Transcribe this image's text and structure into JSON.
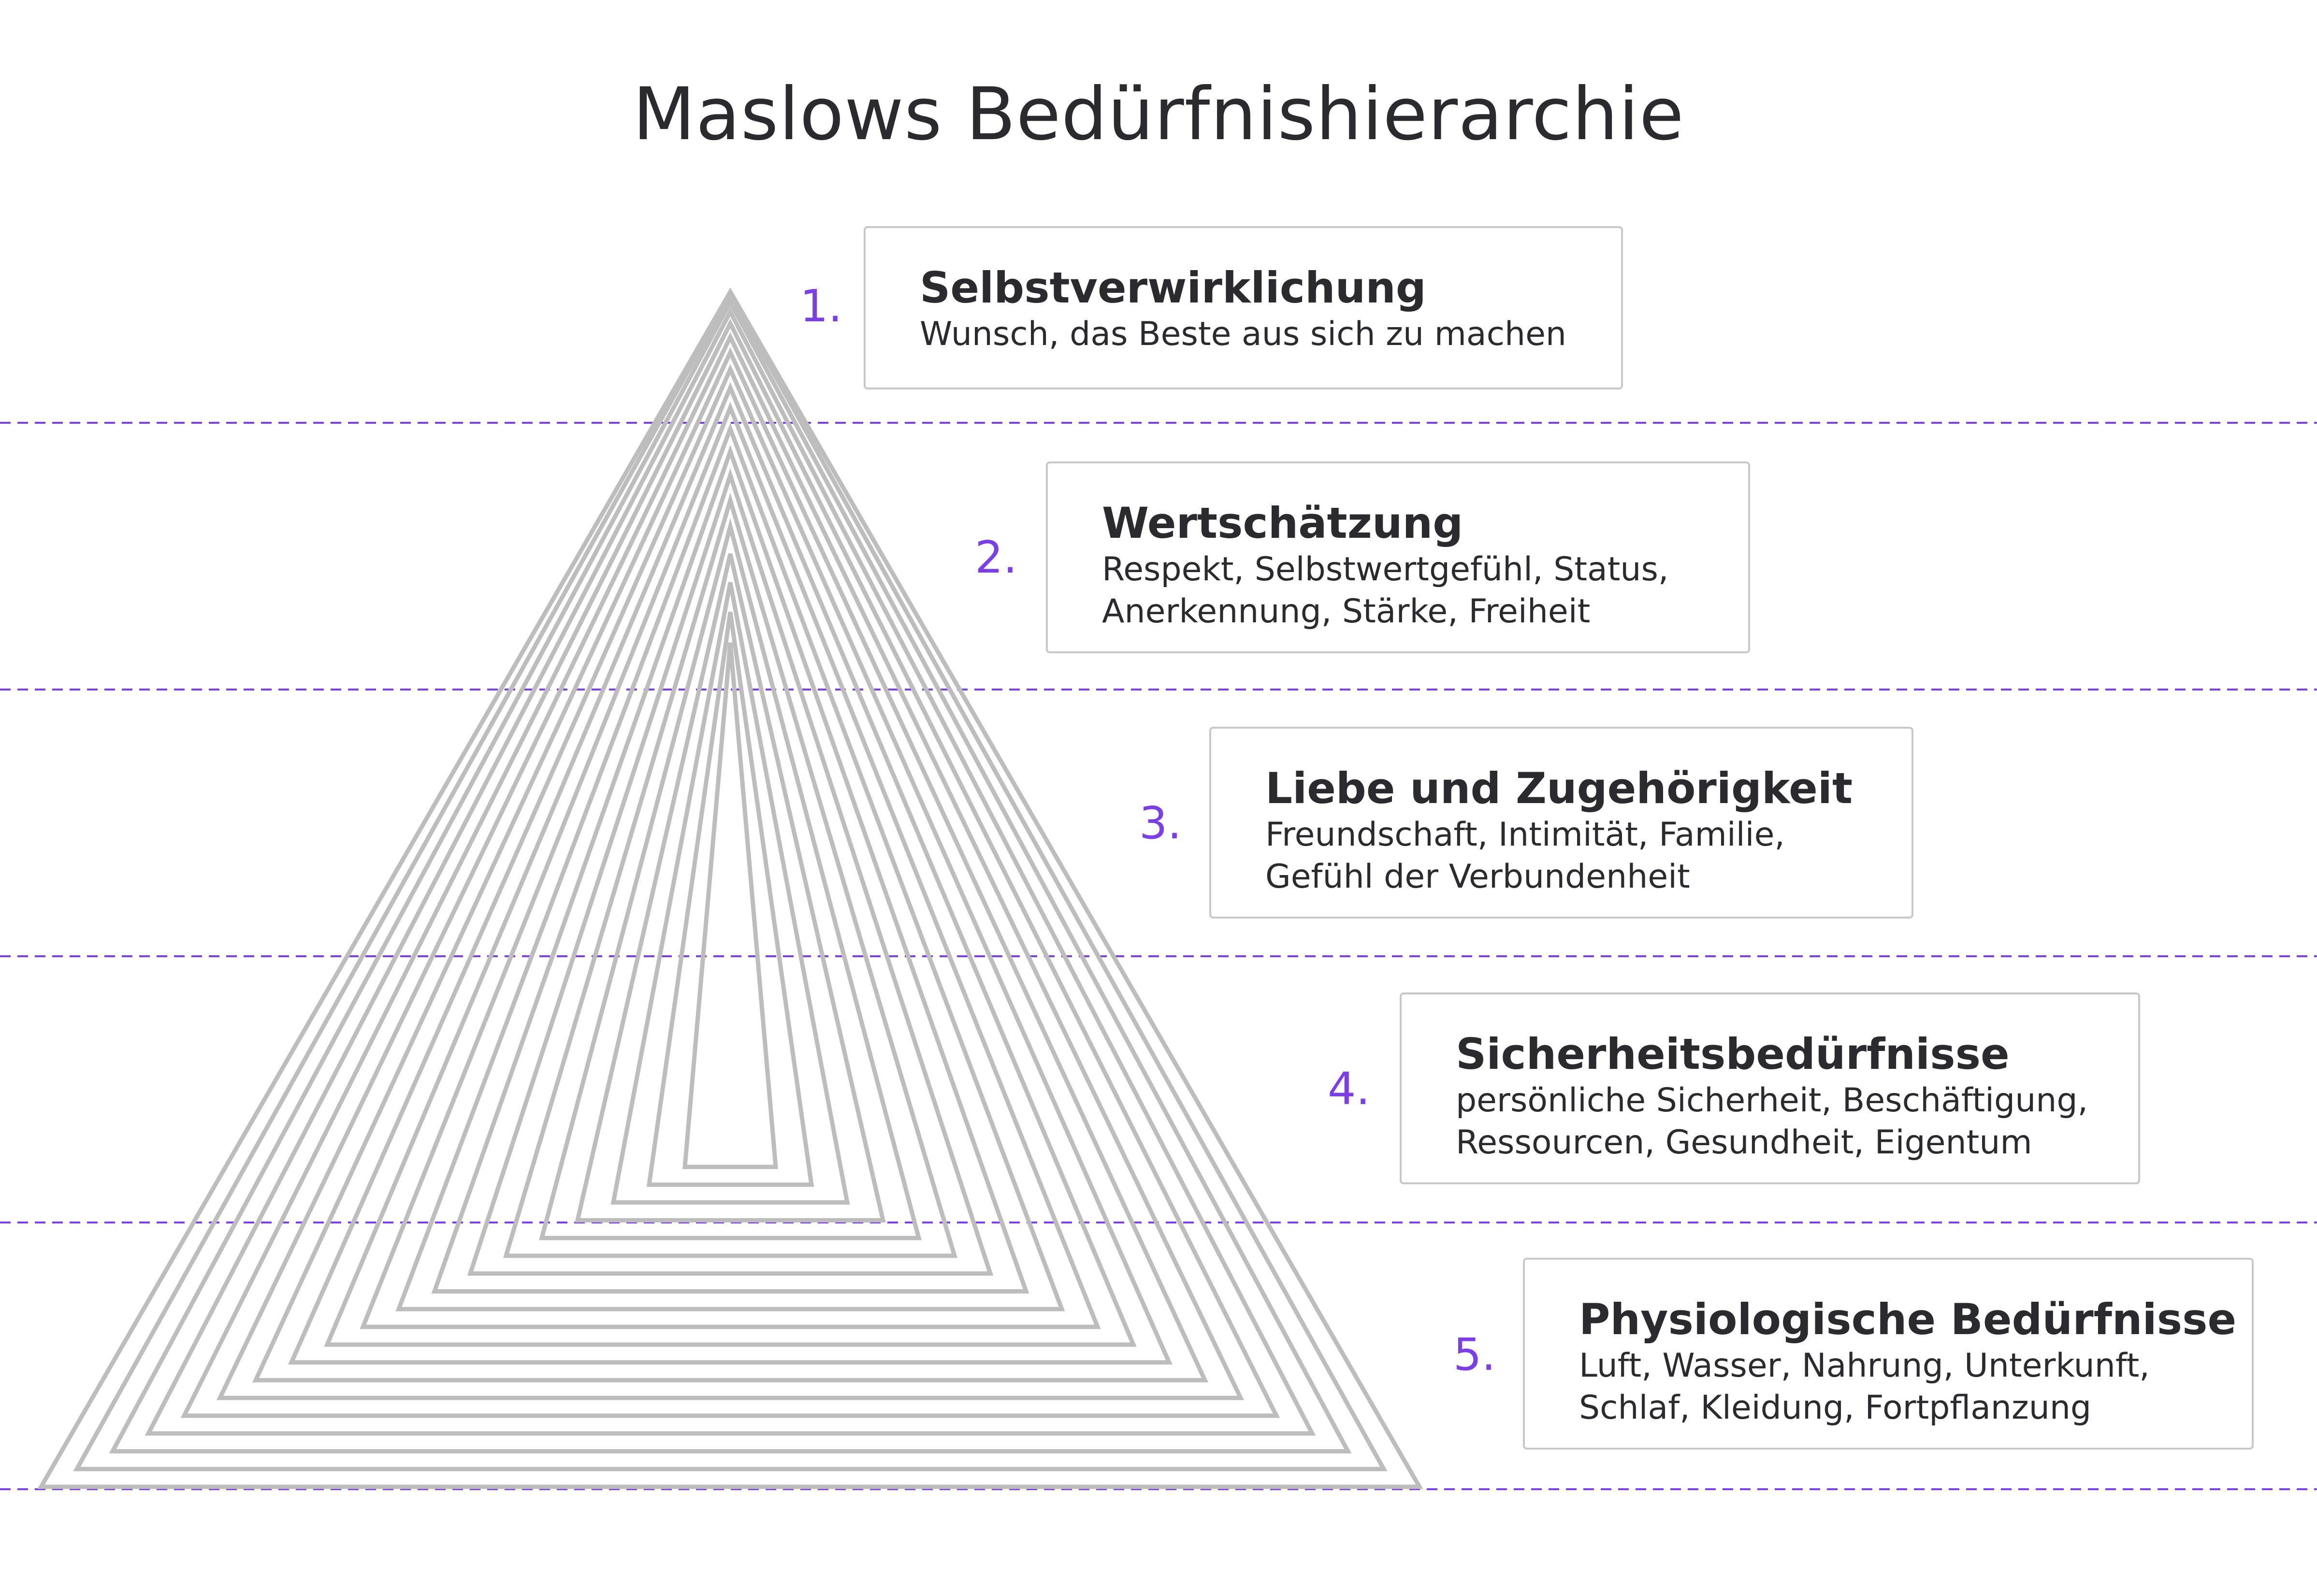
{
  "title": "Maslows Bedürfnishierarchie",
  "colors": {
    "accent": "#7b3fe4",
    "pyramid_stroke": "#bdbdbd",
    "box_border": "#c8c8cc",
    "text": "#2b2b2f"
  },
  "levels": [
    {
      "number": "1.",
      "heading": "Selbstverwirklichung",
      "lines": [
        "Wunsch, das Beste aus sich zu machen"
      ]
    },
    {
      "number": "2.",
      "heading": "Wertschätzung",
      "lines": [
        "Respekt, Selbstwertgefühl, Status,",
        "Anerkennung, Stärke, Freiheit"
      ]
    },
    {
      "number": "3.",
      "heading": "Liebe und Zugehörigkeit",
      "lines": [
        "Freundschaft, Intimität, Familie,",
        "Gefühl der Verbundenheit"
      ]
    },
    {
      "number": "4.",
      "heading": "Sicherheitsbedürfnisse",
      "lines": [
        "persönliche Sicherheit, Beschäftigung,",
        "Ressourcen, Gesundheit, Eigentum"
      ]
    },
    {
      "number": "5.",
      "heading": "Physiologische Bedürfnisse",
      "lines": [
        "Luft, Wasser, Nahrung, Unterkunft,",
        "Schlaf, Kleidung, Fortpflanzung"
      ]
    }
  ]
}
